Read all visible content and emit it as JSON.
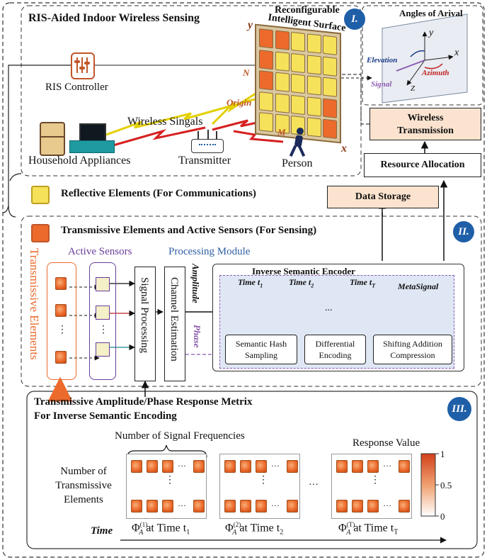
{
  "section1": {
    "title": "RIS-Aided Indoor Wireless Sensing",
    "badge": "I.",
    "ris_controller": "RIS Controller",
    "ris_label_line1": "Reconfigurable",
    "ris_label_line2": "Intelligent Surface",
    "axis_y": "y",
    "axis_x": "x",
    "axis_n": "N",
    "axis_m": "M",
    "origin": "Origin",
    "wireless_signals": "Wireless Singals",
    "household": "Household Appliances",
    "transmitter": "Transmitter",
    "person": "Person"
  },
  "angles": {
    "title": "Angles of Arival",
    "y": "y",
    "x": "x",
    "z": "Z",
    "elevation": "Elevation",
    "azimuth": "Azimuth",
    "signal": "Signal"
  },
  "right_flow": {
    "wireless_transmission_line1": "Wireless",
    "wireless_transmission_line2": "Transmission",
    "resource_allocation": "Resource Allocation",
    "data_storage": "Data Storage"
  },
  "reflective_label": "Reflective Elements (For Communications)",
  "section2": {
    "title": "Transmissive Elements and Active Sensors (For Sensing)",
    "badge": "II.",
    "transmissive_elements": "Transmissive Elements",
    "active_sensors": "Active Sensors",
    "processing_module": "Processing Module",
    "signal_processing": "Signal Processing",
    "channel_estimation": "Channel Estimation",
    "amplitude": "Amplitude",
    "phase": "Phase",
    "ellipsis": "⋮",
    "encoder": {
      "title": "Inverse Semantic Encoder",
      "time1": "Time t",
      "time1_sub": "1",
      "time2": "Time t",
      "time2_sub": "2",
      "timeT": "Time t",
      "timeT_sub": "T",
      "dots": "...",
      "metasignal": "MetaSignal",
      "step1_line1": "Semantic Hash",
      "step1_line2": "Sampling",
      "step2_line1": "Differential",
      "step2_line2": "Encoding",
      "step3_line1": "Shifting Addition",
      "step3_line2": "Compression"
    }
  },
  "section3": {
    "title_line1": "Transmissive Amplitude/Phase Response Metrix",
    "title_line2": "For Inverse Semantic Encoding",
    "badge": "III.",
    "num_freq": "Number of Signal Frequencies",
    "num_elem_line1": "Number of",
    "num_elem_line2": "Transmissive",
    "num_elem_line3": "Elements",
    "response_value": "Response Value",
    "colorbar_ticks": [
      "1",
      "0.5",
      "0"
    ],
    "time": "Time",
    "phi1": "Φ",
    "phi1_sup": "(1)",
    "phi1_sub": "A",
    "phi1_at": "at Time t",
    "phi1_t": "1",
    "phi2": "Φ",
    "phi2_sup": "(2)",
    "phi2_sub": "A",
    "phi2_at": "at Time t",
    "phi2_t": "2",
    "phiT": "Φ",
    "phiT_sup": "(T)",
    "phiT_sub": "A",
    "phiT_at": "at Time t",
    "phiT_t": "T",
    "between_dots": "···"
  },
  "colors": {
    "orange": "#ec6a2c",
    "purple": "#6a3d9a",
    "blue": "#2e5fa3",
    "badge_blue": "#1f5fa8",
    "peach": "#fbe3cf"
  }
}
